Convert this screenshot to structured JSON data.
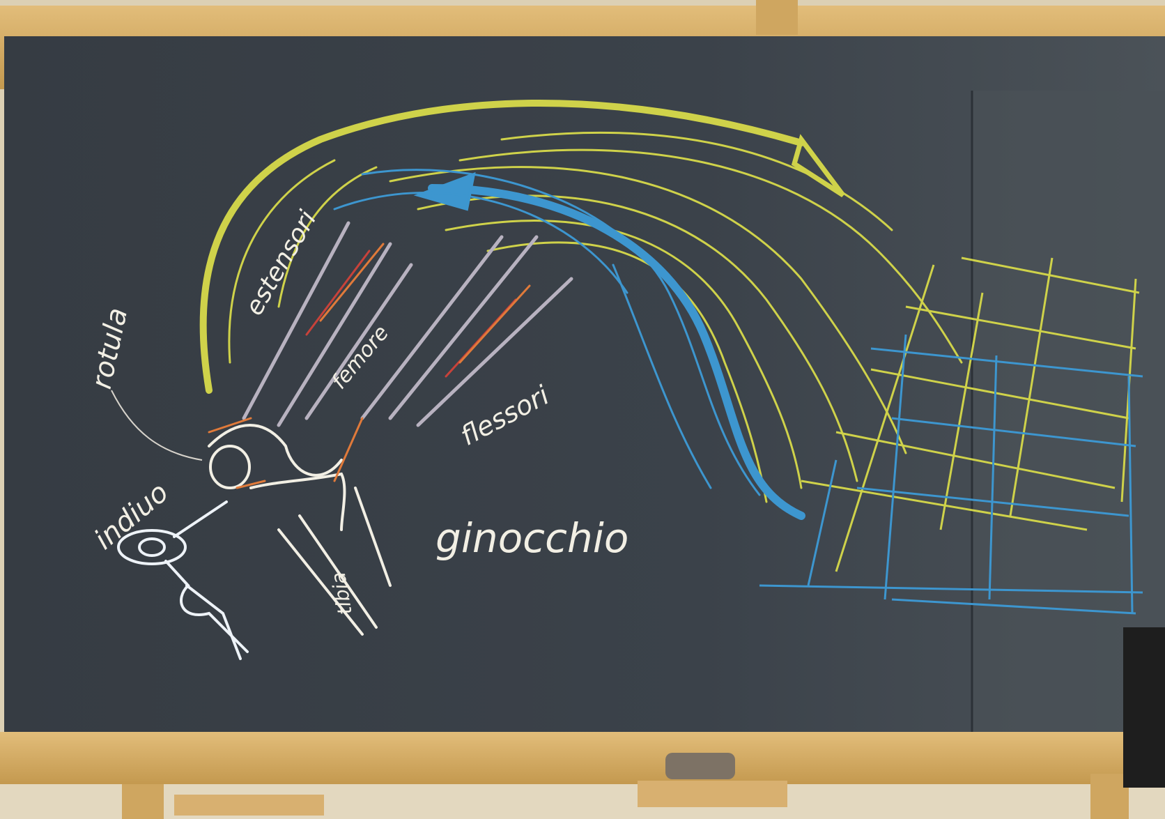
{
  "scene": {
    "subject": "chalkboard-drawing",
    "colors": {
      "wall": "#d9ccae",
      "frame_wood": "#d2a963",
      "board": "#3a4148",
      "chalk_white": "#f2efe4",
      "chalk_yellow": "#cfd24a",
      "chalk_blue": "#3d96cf",
      "chalk_grey": "#b8b2c0",
      "chalk_orange": "#e07a3a",
      "chalk_red": "#c8423a"
    }
  },
  "labels": {
    "main": "ginocchio",
    "vertical_left": "rotula",
    "extensors": "estensori",
    "femur": "femore",
    "flexors": "flessori",
    "tibia": "tibia",
    "inside": "indiuo"
  }
}
